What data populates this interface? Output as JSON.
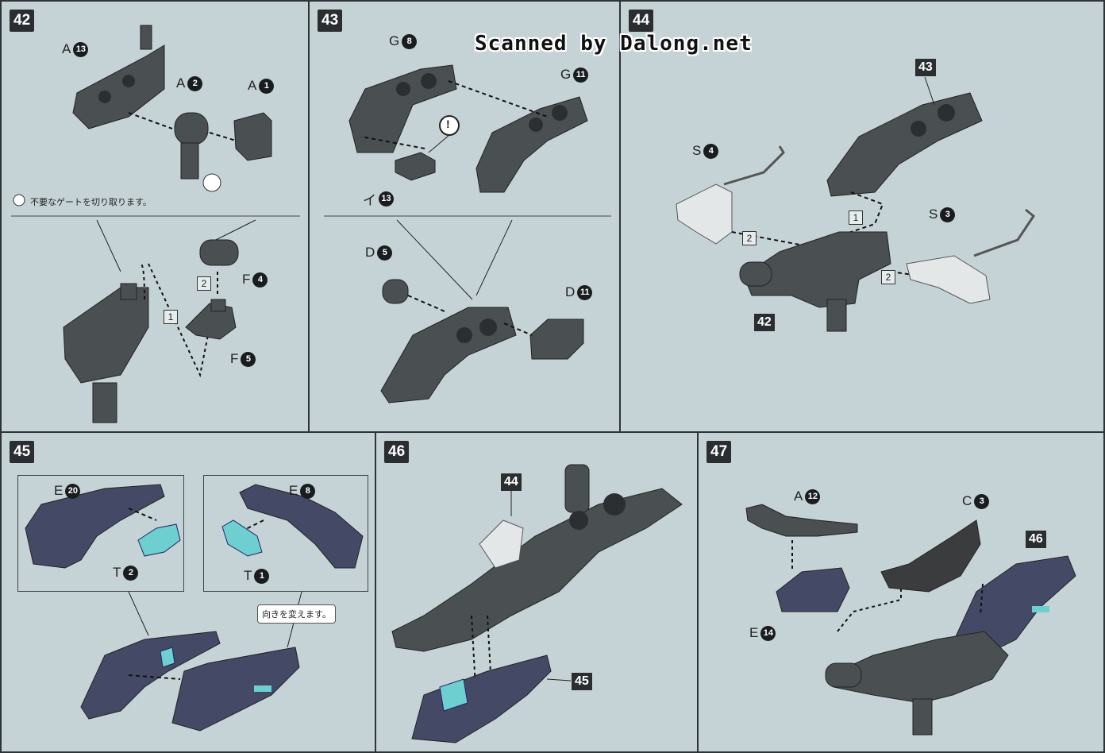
{
  "watermark": "Scanned by Dalong.net",
  "colors": {
    "background": "#c6d3d6",
    "part_dark": "#4a4f52",
    "part_navy": "#444a66",
    "part_clear_teal": "#6ecfd0",
    "part_light": "#e4e7e8"
  },
  "steps": {
    "s42": {
      "number": "42",
      "labels": [
        {
          "letter": "A",
          "num": "13"
        },
        {
          "letter": "A",
          "num": "2"
        },
        {
          "letter": "A",
          "num": "1"
        },
        {
          "letter": "F",
          "num": "4"
        },
        {
          "letter": "F",
          "num": "5"
        }
      ],
      "note": "不要なゲートを切り取ります。",
      "substeps": [
        "1",
        "2"
      ]
    },
    "s43": {
      "number": "43",
      "labels": [
        {
          "letter": "G",
          "num": "8"
        },
        {
          "letter": "G",
          "num": "11"
        },
        {
          "letter": "イ",
          "num": "13"
        },
        {
          "letter": "D",
          "num": "5"
        },
        {
          "letter": "D",
          "num": "11"
        }
      ],
      "caution": "!"
    },
    "s44": {
      "number": "44",
      "refs": [
        "43",
        "42"
      ],
      "labels": [
        {
          "letter": "S",
          "num": "4"
        },
        {
          "letter": "S",
          "num": "3"
        }
      ],
      "substeps": [
        "1",
        "2",
        "2"
      ]
    },
    "s45": {
      "number": "45",
      "labels": [
        {
          "letter": "E",
          "num": "20"
        },
        {
          "letter": "T",
          "num": "2"
        },
        {
          "letter": "E",
          "num": "8"
        },
        {
          "letter": "T",
          "num": "1"
        }
      ],
      "callout": "向きを変えます。"
    },
    "s46": {
      "number": "46",
      "refs": [
        "44",
        "45"
      ]
    },
    "s47": {
      "number": "47",
      "refs": [
        "46"
      ],
      "labels": [
        {
          "letter": "A",
          "num": "12"
        },
        {
          "letter": "C",
          "num": "3"
        },
        {
          "letter": "E",
          "num": "14"
        }
      ]
    }
  }
}
